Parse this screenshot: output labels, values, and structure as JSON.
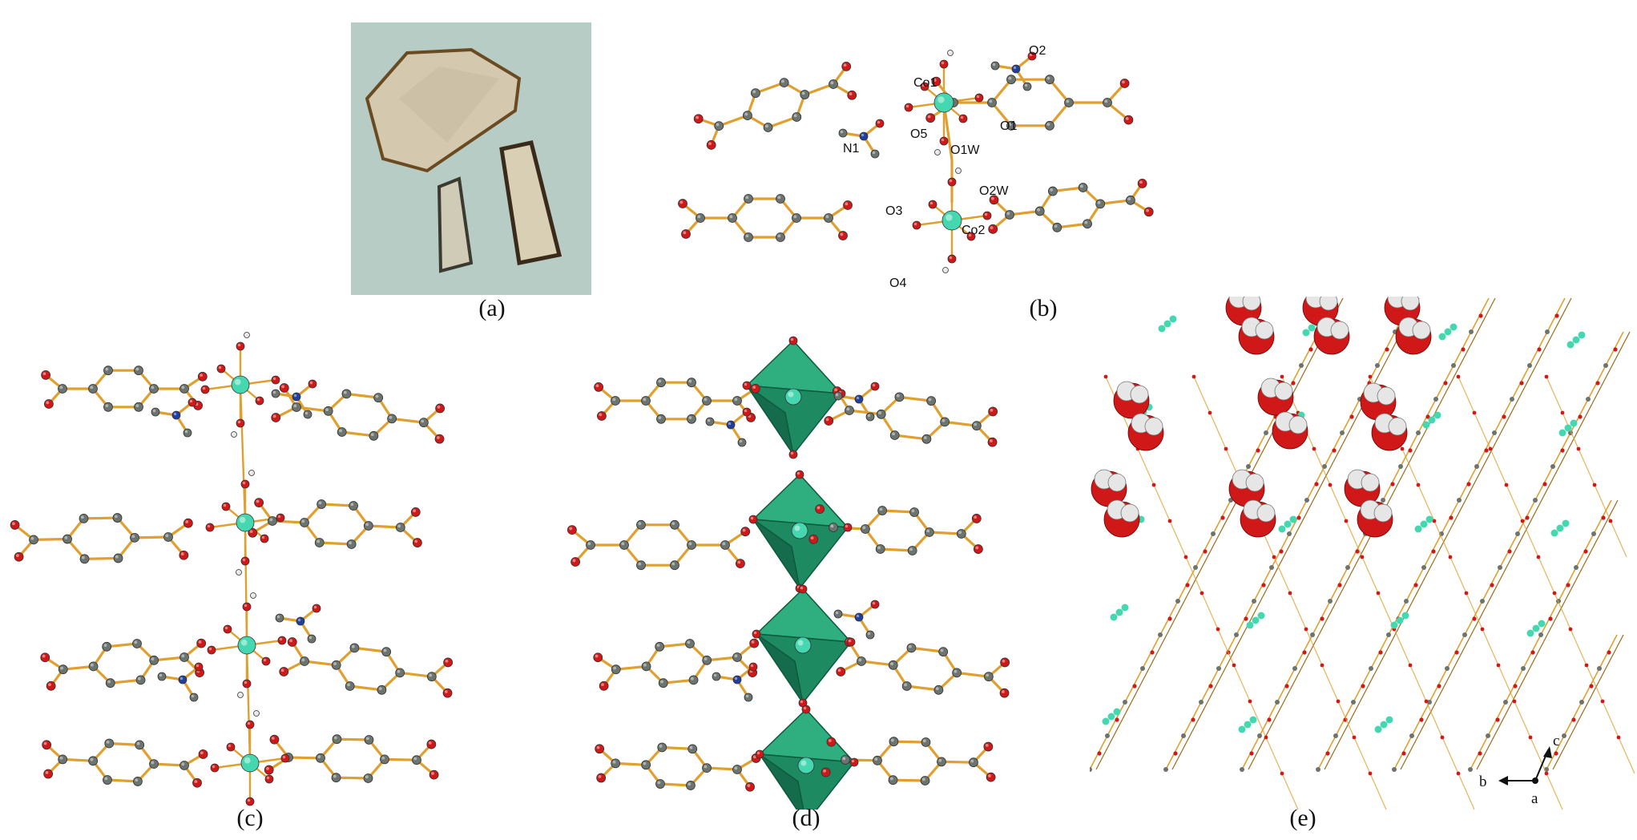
{
  "panels": {
    "a": {
      "caption": "(a)"
    },
    "b": {
      "caption": "(b)",
      "atom_labels": {
        "co1": "Co1",
        "co2": "Co2",
        "o1": "O1",
        "o2": "O2",
        "o3": "O3",
        "o4": "O4",
        "o5": "O5",
        "o1w": "O1W",
        "o2w": "O2W",
        "n1": "N1"
      }
    },
    "c": {
      "caption": "(c)"
    },
    "d": {
      "caption": "(d)"
    },
    "e": {
      "caption": "(e)",
      "axes": {
        "b": "b",
        "c": "c",
        "a": "a"
      }
    }
  },
  "colors": {
    "background": "#ffffff",
    "bond": "#e0a030",
    "bond_dark": "#9a6a18",
    "carbon": "#6c7470",
    "oxygen": "#d01818",
    "nitrogen": "#1f3f9a",
    "cobalt": "#45d8b0",
    "hydrogen": "#e6e6e6",
    "polyhedron": "#1d8a62",
    "photo_bg": "#b8ccc6"
  }
}
